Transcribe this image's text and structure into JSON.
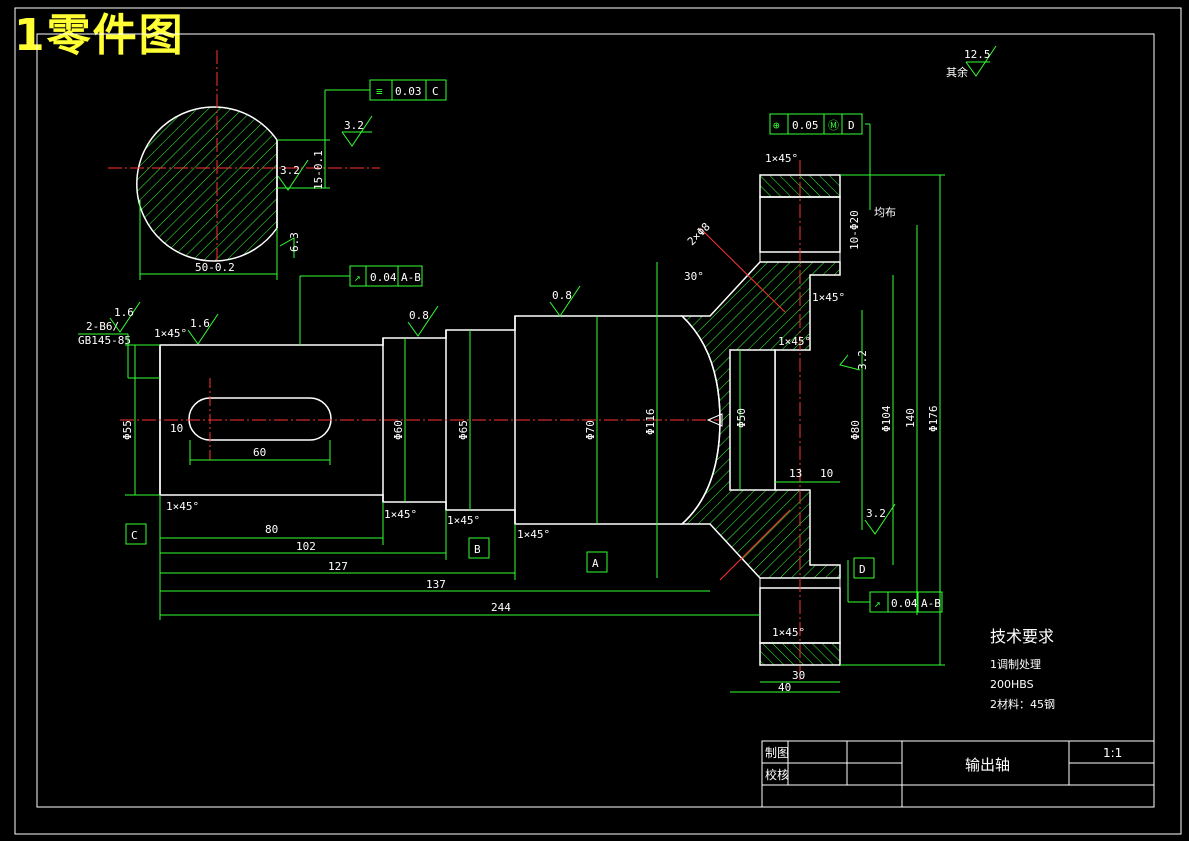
{
  "title": "1零件图",
  "section": {
    "width_dim": "50-0.2",
    "keyway_depth": "15-0.1",
    "roughness_top": "3.2",
    "roughness_side": "3.2",
    "roughness_bottom": "6.3",
    "symmetry_tol": "0.03",
    "symmetry_datum": "C"
  },
  "general_roughness": {
    "value": "12.5",
    "note": "其余"
  },
  "position_tol": {
    "value": "0.05",
    "datum": "D"
  },
  "runout_top": {
    "value": "0.04",
    "datum": "A-B"
  },
  "runout_bottom": {
    "value": "0.04",
    "datum": "A-B"
  },
  "center_hole": {
    "spec": "2-B6/",
    "std": "GB145-85",
    "ra": "1.6"
  },
  "chamfers": [
    "1×45°",
    "1×45°",
    "1×45°",
    "1×45°",
    "1×45°",
    "1×45°",
    "1×45°",
    "1×45°",
    "1×45°"
  ],
  "roughness": [
    "1.6",
    "0.8",
    "0.8",
    "3.2",
    "3.2"
  ],
  "diameters": [
    "Φ55",
    "Φ60",
    "Φ65",
    "Φ70",
    "Φ116",
    "Φ50",
    "Φ80",
    "Φ104",
    "140",
    "Φ176"
  ],
  "hole_note": "10-Φ20",
  "uniform": "均布",
  "angle": "30°",
  "angle2": "2×Φ8",
  "lengths": [
    "10",
    "60",
    "80",
    "102",
    "127",
    "137",
    "244",
    "13",
    "10",
    "30",
    "40"
  ],
  "datums": [
    "C",
    "B",
    "A",
    "D"
  ],
  "tech": {
    "heading": "技术要求",
    "items": [
      "1调制处理",
      "200HBS",
      "2材料：45钢"
    ]
  },
  "titleblock": {
    "drawn": "制图",
    "checked": "校核",
    "part": "输出轴",
    "scale": "1:1"
  }
}
